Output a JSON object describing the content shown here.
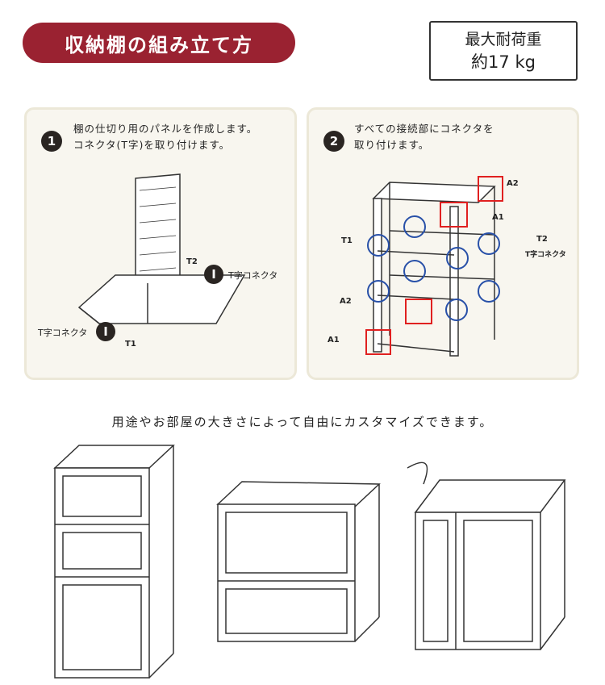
{
  "title": "収納棚の組み立て方",
  "load": {
    "label": "最大耐荷重",
    "value": "約17 kg"
  },
  "step1": {
    "number": "1",
    "line1": "棚の仕切り用のパネルを作成します。",
    "line2": "コネクタ(T字)を取り付けます。",
    "labels": {
      "t2": "T2",
      "t1": "T1",
      "connector_right": "T字コネクタ",
      "connector_left": "T字コネクタ",
      "badge": "I"
    }
  },
  "step2": {
    "number": "2",
    "line1": "すべての接続部にコネクタを",
    "line2": "取り付けます。",
    "labels": {
      "a2_top": "A2",
      "a1_top": "A1",
      "t1": "T1",
      "t2": "T2",
      "t_connector": "T字コネクタ",
      "a2_bottom": "A2",
      "a1_bottom": "A1"
    }
  },
  "caption": "用途やお部屋の大きさによって自由にカスタマイズできます。",
  "colors": {
    "banner": "#9a2231",
    "highlight_box": "#e02020",
    "circle": "#2850a8"
  }
}
